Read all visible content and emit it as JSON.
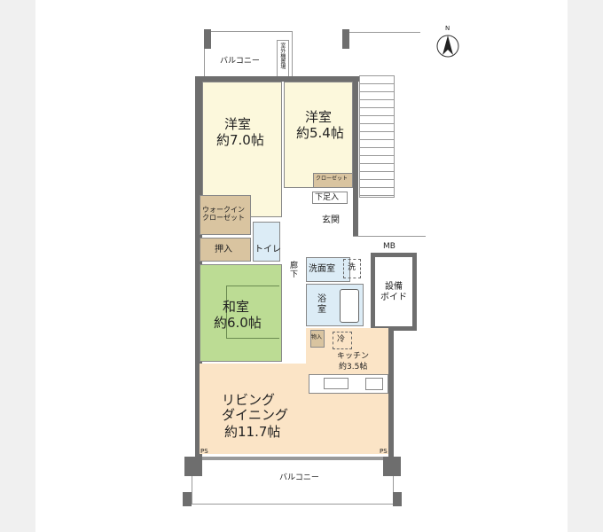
{
  "north_label": "N",
  "rooms": {
    "western1": {
      "name": "洋室",
      "size": "約7.0帖"
    },
    "western2": {
      "name": "洋室",
      "size": "約5.4帖"
    },
    "closet": "クローゼット",
    "walkin": "ウォークイン\nクローゼット",
    "oshiire": "押入",
    "toilet": "トイレ",
    "entry_shoes": "下足入",
    "entrance": "玄関",
    "hall": "廊\n下",
    "washroom": "洗面室",
    "washer": "洗",
    "bath": "浴\n室",
    "mb": "MB",
    "void": "設備\nボイド",
    "japanese": {
      "name": "和室",
      "size": "約6.0帖"
    },
    "storage": "物入",
    "fridge": "冷",
    "kitchen": {
      "name": "キッチン",
      "size": "約3.5帖"
    },
    "living": {
      "name": "リビング\nダイニング",
      "size": "約11.7帖"
    },
    "ps_left": "PS",
    "ps_right": "PS",
    "balcony_top": "バルコニー",
    "ac_space": "室外機置場",
    "balcony_bottom": "バルコニー"
  },
  "colors": {
    "western": "#fcf8dc",
    "closet": "#d9c4a0",
    "japanese": "#bcdc94",
    "living": "#fbe4c6",
    "wet": "#dcecf6",
    "wall": "#6e6e6e"
  }
}
